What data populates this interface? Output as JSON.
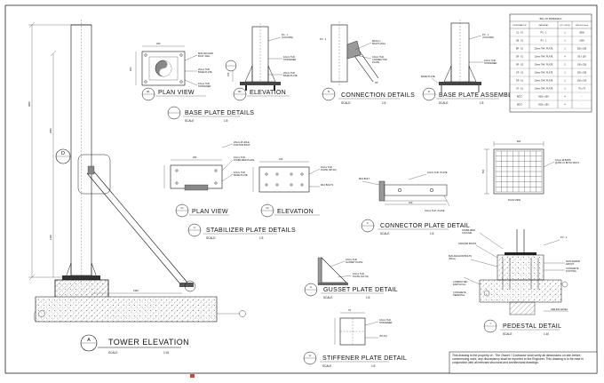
{
  "views": {
    "tower_elevation": {
      "mark": "A",
      "title": "TOWER ELEVATION",
      "scale_label": "SCALE",
      "scale": "1:15"
    },
    "base_plate_details": {
      "title": "BASE PLATE DETAILS",
      "scale_label": "SCALE",
      "scale": "1:5"
    },
    "plan_view_b1": {
      "mark": "B1",
      "title": "PLAN VIEW"
    },
    "elevation_b2": {
      "mark": "B2",
      "title": "ELEVATION"
    },
    "connection_details": {
      "mark": "B",
      "title": "CONNECTION DETAILS",
      "scale_label": "SCALE",
      "scale": "1:5"
    },
    "base_plate_assembly": {
      "mark": "E",
      "title": "BASE PLATE ASSEMBLY",
      "scale_label": "SCALE",
      "scale": "1:5"
    },
    "detail_d": {
      "mark": "D"
    },
    "plan_view_c1": {
      "mark": "C1",
      "title": "PLAN VIEW"
    },
    "elevation_c2": {
      "mark": "C2",
      "title": "ELEVATION"
    },
    "stabilizer_plate_details": {
      "mark": "C",
      "title": "STABILIZER PLATE DETAILS",
      "scale_label": "SCALE",
      "scale": "1:5"
    },
    "connector_plate_detail": {
      "mark": "F",
      "title": "CONNECTOR PLATE DETAIL",
      "scale_label": "SCALE",
      "scale": "1:5"
    },
    "gusset_plate_detail": {
      "mark": "G",
      "title": "GUSSET PLATE DETAIL",
      "scale_label": "SCALE",
      "scale": "1:5"
    },
    "stiffener_plate_detail": {
      "mark": "H",
      "title": "STIFFENER PLATE DETAIL",
      "scale_label": "SCALE",
      "scale": "1:5"
    },
    "pedestal_detail": {
      "mark": "J",
      "title": "PEDESTAL DETAIL",
      "scale_label": "SCALE",
      "scale": "1:10"
    },
    "plan_view_mesh": {
      "title": "PLAN VIEW"
    }
  },
  "dimensions": {
    "mesh_width": "500",
    "mesh_height": "500"
  },
  "bill_of_materials": {
    "title": "BILL OF MATERIALS",
    "headers": [
      "DESIGNATION",
      "MATERIAL",
      "QTY. (NOS)",
      "LENGTH (mm)"
    ],
    "rows": [
      [
        "CL - 01",
        "PC - 1",
        "1",
        "3800"
      ],
      [
        "CB - 01",
        "PC - 1",
        "1",
        "2350"
      ],
      [
        "BP - 01",
        "20mm THK. PLATE",
        "1",
        "200 x 200"
      ],
      [
        "SP - 01",
        "10mm THK. PLATE",
        "4",
        "95 x 100"
      ],
      [
        "SP - 02",
        "10mm THK. PLATE",
        "2",
        "100 x 150"
      ],
      [
        "CP - 01",
        "10mm THK. PLATE",
        "1",
        "150 x 250"
      ],
      [
        "GP - 01",
        "10mm THK. PLATE",
        "1",
        "150 x 150"
      ],
      [
        "ST - 01",
        "10mm THK. PLATE",
        "1",
        "75 x 75"
      ],
      [
        "BOLT",
        "M20 x 300",
        "4",
        "-"
      ],
      [
        "BOLT",
        "M16 x 150",
        "4",
        "-"
      ]
    ]
  },
  "note": "This drawing is the property of  . The Owner / Contractor shall verify all dimensions on site before commencing work; any discrepancy shall be reported to the Engineer. This drawing is to be read in conjunction with all relevant structural and architectural drawings."
}
